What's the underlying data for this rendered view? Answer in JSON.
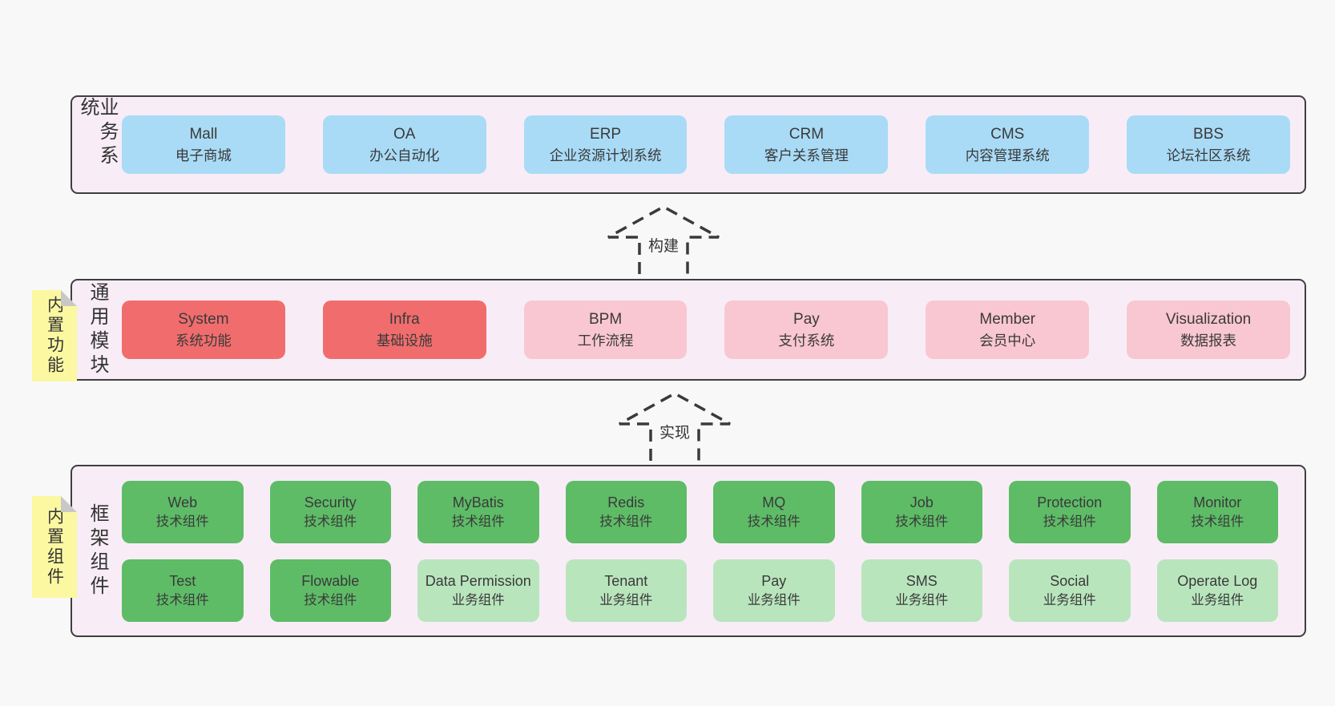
{
  "colors": {
    "page-bg": "#f8f8f8",
    "panel": "#f8edf6",
    "border": "#3f3f3f",
    "text": "#3a3a3a",
    "blue": "#a9dbf6",
    "red": "#f16d6d",
    "pink": "#f9c7d1",
    "green-dark": "#5ebc67",
    "green-light": "#b9e5bd",
    "yellow": "#fbf8a1",
    "fold": "#c8c8c8",
    "arrow": "#3a3a3a"
  },
  "layers": [
    {
      "id": "business-systems",
      "label": "业务系统",
      "boxes": [
        {
          "en": "Mall",
          "zh": "电子商城",
          "type": "blue"
        },
        {
          "en": "OA",
          "zh": "办公自动化",
          "type": "blue"
        },
        {
          "en": "ERP",
          "zh": "企业资源计划系统",
          "type": "blue"
        },
        {
          "en": "CRM",
          "zh": "客户关系管理",
          "type": "blue"
        },
        {
          "en": "CMS",
          "zh": "内容管理系统",
          "type": "blue"
        },
        {
          "en": "BBS",
          "zh": "论坛社区系统",
          "type": "blue"
        }
      ]
    },
    {
      "id": "common-modules",
      "label": "通用模块",
      "note": "内置功能",
      "boxes": [
        {
          "en": "System",
          "zh": "系统功能",
          "type": "red"
        },
        {
          "en": "Infra",
          "zh": "基础设施",
          "type": "red"
        },
        {
          "en": "BPM",
          "zh": "工作流程",
          "type": "pink"
        },
        {
          "en": "Pay",
          "zh": "支付系统",
          "type": "pink"
        },
        {
          "en": "Member",
          "zh": "会员中心",
          "type": "pink"
        },
        {
          "en": "Visualization",
          "zh": "数据报表",
          "type": "pink"
        }
      ]
    },
    {
      "id": "framework-components",
      "label": "框架组件",
      "note": "内置组件",
      "rows": [
        [
          {
            "en": "Web",
            "zh": "技术组件",
            "type": "green-dark"
          },
          {
            "en": "Security",
            "zh": "技术组件",
            "type": "green-dark"
          },
          {
            "en": "MyBatis",
            "zh": "技术组件",
            "type": "green-dark"
          },
          {
            "en": "Redis",
            "zh": "技术组件",
            "type": "green-dark"
          },
          {
            "en": "MQ",
            "zh": "技术组件",
            "type": "green-dark"
          },
          {
            "en": "Job",
            "zh": "技术组件",
            "type": "green-dark"
          },
          {
            "en": "Protection",
            "zh": "技术组件",
            "type": "green-dark"
          },
          {
            "en": "Monitor",
            "zh": "技术组件",
            "type": "green-dark"
          }
        ],
        [
          {
            "en": "Test",
            "zh": "技术组件",
            "type": "green-dark"
          },
          {
            "en": "Flowable",
            "zh": "技术组件",
            "type": "green-dark"
          },
          {
            "en": "Data Permission",
            "zh": "业务组件",
            "type": "green-light"
          },
          {
            "en": "Tenant",
            "zh": "业务组件",
            "type": "green-light"
          },
          {
            "en": "Pay",
            "zh": "业务组件",
            "type": "green-light"
          },
          {
            "en": "SMS",
            "zh": "业务组件",
            "type": "green-light"
          },
          {
            "en": "Social",
            "zh": "业务组件",
            "type": "green-light"
          },
          {
            "en": "Operate Log",
            "zh": "业务组件",
            "type": "green-light"
          }
        ]
      ]
    }
  ],
  "arrows": [
    {
      "id": "build",
      "label": "构建"
    },
    {
      "id": "implement",
      "label": "实现"
    }
  ]
}
